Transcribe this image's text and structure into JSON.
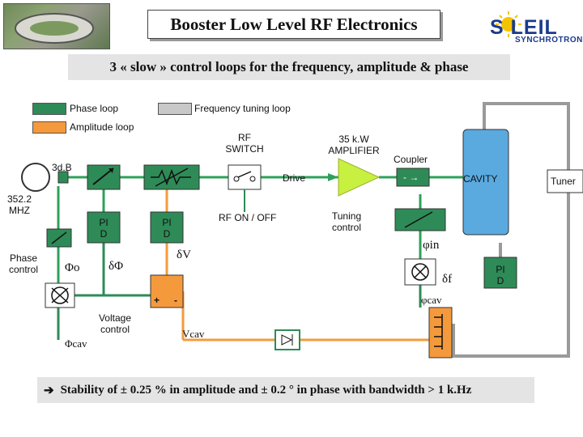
{
  "header": {
    "title": "Booster Low Level RF Electronics",
    "subtitle": "3 « slow » control loops for the frequency, amplitude & phase",
    "logo_main": "S LEIL",
    "logo_sub": "SYNCHROTRON"
  },
  "legend": {
    "phase_loop": "Phase loop",
    "amplitude_loop": "Amplitude loop",
    "frequency_loop": "Frequency tuning loop"
  },
  "colors": {
    "phase_loop": "#2e8b57",
    "amplitude_loop": "#f59a3c",
    "frequency_loop": "#c8c8c8",
    "cavity": "#5aaae0",
    "amplifier": "#c8f040",
    "signal_path": "#2ea05a"
  },
  "labels": {
    "rf_switch": "RF\nSWITCH",
    "amplifier": "35 k.W\nAMPLIFIER",
    "coupler": "Coupler",
    "cavity": "CAVITY",
    "tuner": "Tuner",
    "drive": "Drive",
    "attenuator_3db": "3d.B",
    "source": "352.2\nMHZ",
    "phase_control": "Phase\ncontrol",
    "pid_phase": "PI\nD",
    "pid_amplitude": "PI\nD",
    "pid_frequency": "PI\nD",
    "rf_on_off": "RF ON / OFF",
    "tuning_control": "Tuning\ncontrol",
    "voltage_control": "Voltage\ncontrol",
    "phi_o": "Φo",
    "delta_phi": "δΦ",
    "phi_cav": "Φcav",
    "delta_v": "δV",
    "v_cav": "Vcav",
    "phi_in": "φin",
    "delta_f": "δf",
    "phi_cav_small": "φcav",
    "plus": "+",
    "minus": "-",
    "coupler_dash": "- →"
  },
  "footer": {
    "text": "Stability of ± 0.25 % in amplitude and ± 0.2 ° in phase with bandwidth > 1 k.Hz"
  }
}
